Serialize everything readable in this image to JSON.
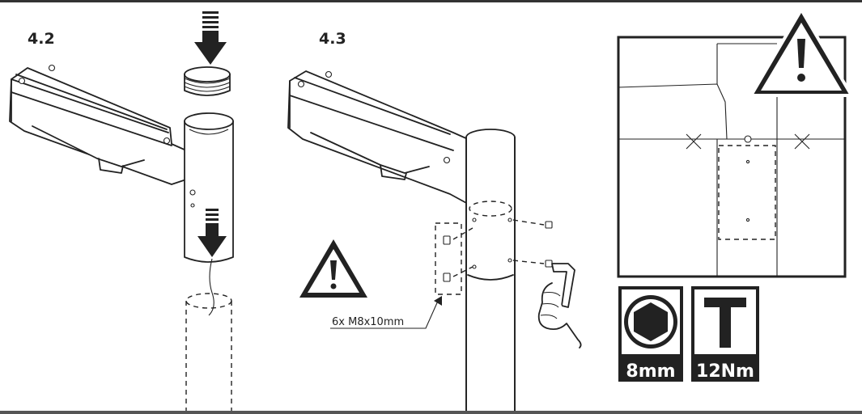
{
  "steps": {
    "step_a": "4.2",
    "step_b": "4.3"
  },
  "screw_callout": {
    "label": "6x M8x10mm"
  },
  "tool_badges": {
    "hex_key_size": "8mm",
    "torque_value": "12Nm"
  },
  "icons": {
    "warning": "warning-triangle-icon",
    "hex": "hex-socket-icon",
    "torque": "torque-t-icon",
    "arrow": "down-arrow-icon"
  },
  "colors": {
    "line": "#222222",
    "background": "#ffffff",
    "badge": "#222222"
  }
}
